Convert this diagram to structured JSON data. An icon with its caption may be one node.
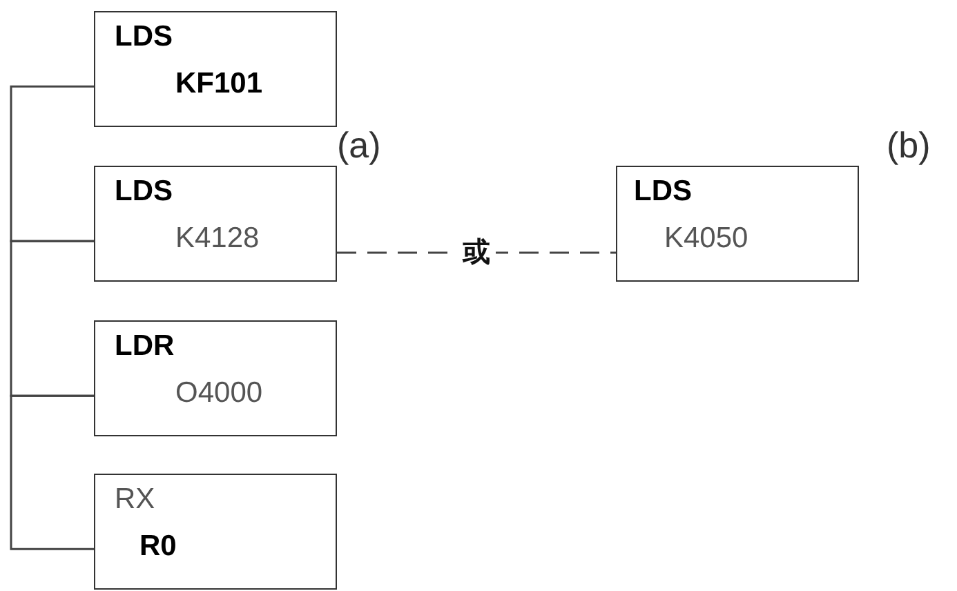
{
  "diagram": {
    "nodes": [
      {
        "text": [
          "LDS",
          "KF101"
        ]
      },
      {
        "text": [
          "LDS",
          "K4128"
        ]
      },
      {
        "text": [
          "LDR",
          "O4000"
        ]
      },
      {
        "text": [
          "RX",
          "R0"
        ]
      },
      {
        "text": [
          "LDS",
          "K4050"
        ]
      }
    ],
    "edges": [
      {
        "from": 0,
        "to": 1,
        "arrow": "none"
      },
      {
        "from": 1,
        "to": 2,
        "arrow": "none"
      },
      {
        "from": 2,
        "to": 3,
        "arrow": "none"
      },
      {
        "from": 1,
        "to": 4,
        "arrow": "none",
        "style": "dashed",
        "label": "或"
      }
    ],
    "labels": [
      "(a)",
      "(b)"
    ]
  }
}
